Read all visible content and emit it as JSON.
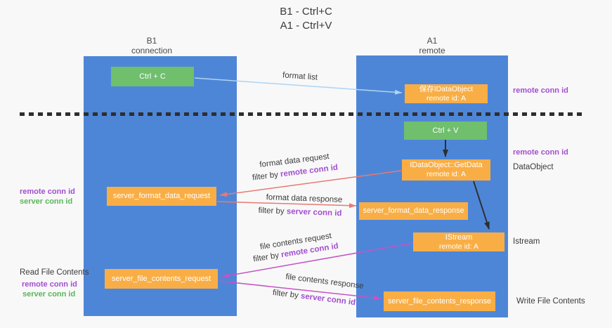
{
  "title": {
    "line1": "B1 - Ctrl+C",
    "line2": "A1 - Ctrl+V"
  },
  "lifelines": {
    "left": {
      "name": "B1",
      "role": "connection"
    },
    "right": {
      "name": "A1",
      "role": "remote"
    }
  },
  "boxes": {
    "ctrl_c": {
      "label": "Ctrl + C"
    },
    "ctrl_v": {
      "label": "Ctrl + V"
    },
    "save_dataobject": {
      "line1": "保存IDataObject",
      "line2": "remote id: A"
    },
    "getdata": {
      "line1": "IDataObject::GetData",
      "line2": "remote id: A"
    },
    "istream": {
      "line1": "IStream",
      "line2": "remote id: A"
    },
    "format_request": {
      "label": "server_format_data_request"
    },
    "format_response": {
      "label": "server_format_data_response"
    },
    "file_request": {
      "label": "server_file_contents_request"
    },
    "file_response": {
      "label": "server_file_contents_response"
    }
  },
  "messages": {
    "format_list": {
      "label": "format list"
    },
    "format_data_request": {
      "label": "format data request"
    },
    "format_data_request_filter": {
      "prefix": "filter by ",
      "keyword": "remote conn id"
    },
    "format_data_response": {
      "label": "format data response"
    },
    "format_data_response_filter": {
      "prefix": "filter by ",
      "keyword": "server conn id"
    },
    "file_contents_request": {
      "label": "file contents request"
    },
    "file_contents_request_filter": {
      "prefix": "filter by ",
      "keyword": "remote conn id"
    },
    "file_contents_response": {
      "label": "file contents response"
    },
    "file_contents_response_filter": {
      "prefix": "filter by ",
      "keyword": "server conn id"
    }
  },
  "annotations": {
    "right_remote_conn_id_1": "remote conn id",
    "right_remote_conn_id_2": "remote conn id",
    "dataobject": "DataObject",
    "istream": "Istream",
    "write_file_contents": "Write File Contents",
    "left_remote_conn_id_1": "remote conn id",
    "left_server_conn_id_1": "server conn id",
    "read_file_contents": "Read File Contents",
    "left_remote_conn_id_2": "remote conn id",
    "left_server_conn_id_2": "server conn id"
  },
  "colors": {
    "lane_blue": "#4e86d7",
    "box_orange": "#f9ae45",
    "box_green": "#6fbf6d",
    "arrow_red": "#e87a72",
    "arrow_magenta": "#c653c6",
    "arrow_light_blue": "#aed4f2",
    "arrow_black": "#2e2e2e",
    "text_purple": "#a24fd0",
    "text_green": "#5ab55a"
  }
}
